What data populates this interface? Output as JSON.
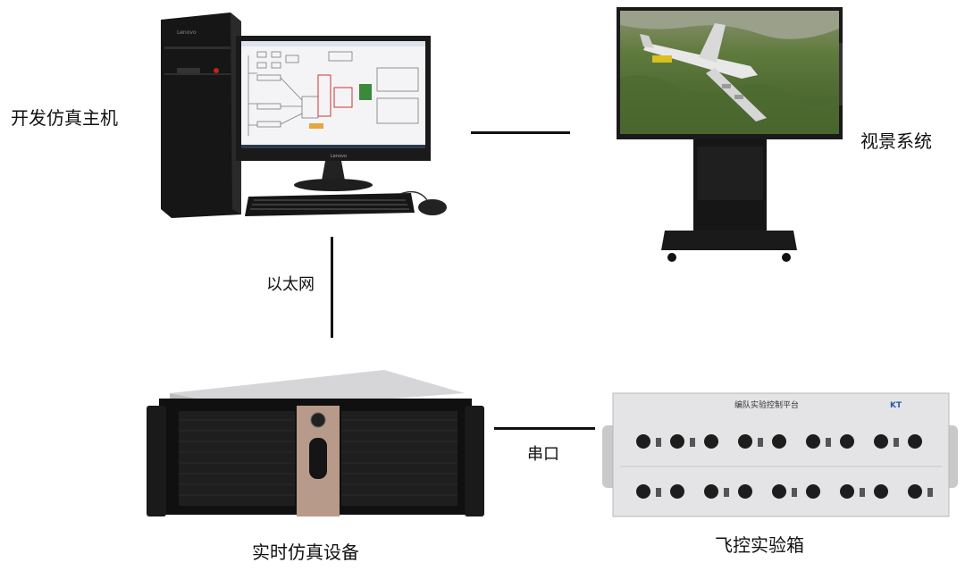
{
  "nodes": {
    "dev_host": "开发仿真主机",
    "visual_system": "视景系统",
    "realtime_sim": "实时仿真设备",
    "flight_ctrl_box": "飞控实验箱"
  },
  "edges": {
    "ethernet": "以太网",
    "serial": "串口"
  },
  "panel_title": "编队实验控制平台",
  "brand_mark": "KT",
  "monitor_brand": "Lenovo"
}
